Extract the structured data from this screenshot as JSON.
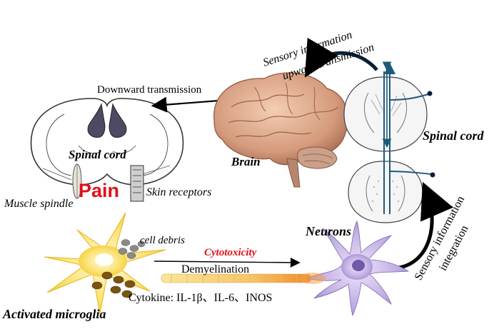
{
  "labels": {
    "sensory_upward_line1": "Sensory  information",
    "sensory_upward_line2": "upward transmission",
    "downward": "Downward transmission",
    "brain": "Brain",
    "spinal_cord_left": "Spinal cord",
    "spinal_cord_right": "Spinal cord",
    "pain": "Pain",
    "muscle_spindle": "Muscle spindle",
    "skin_receptors": "Skin receptors",
    "cell_debris": "cell debris",
    "cytotoxicity": "Cytotoxicity",
    "demyelination": "Demyelination",
    "cytokine": "Cytokine: IL-1β、IL-6、INOS",
    "neurons": "Neurons",
    "integration_line1": "Sensory information",
    "integration_line2": "integration",
    "microglia": "Activated microglia"
  },
  "colors": {
    "pain": "#e0101a",
    "cytotoxicity": "#e0101a",
    "spinal_tract": "#1e5a7a",
    "microglia": "#f7d43c",
    "neuron": "#b9a6dc",
    "brain": "#d9a88a"
  }
}
